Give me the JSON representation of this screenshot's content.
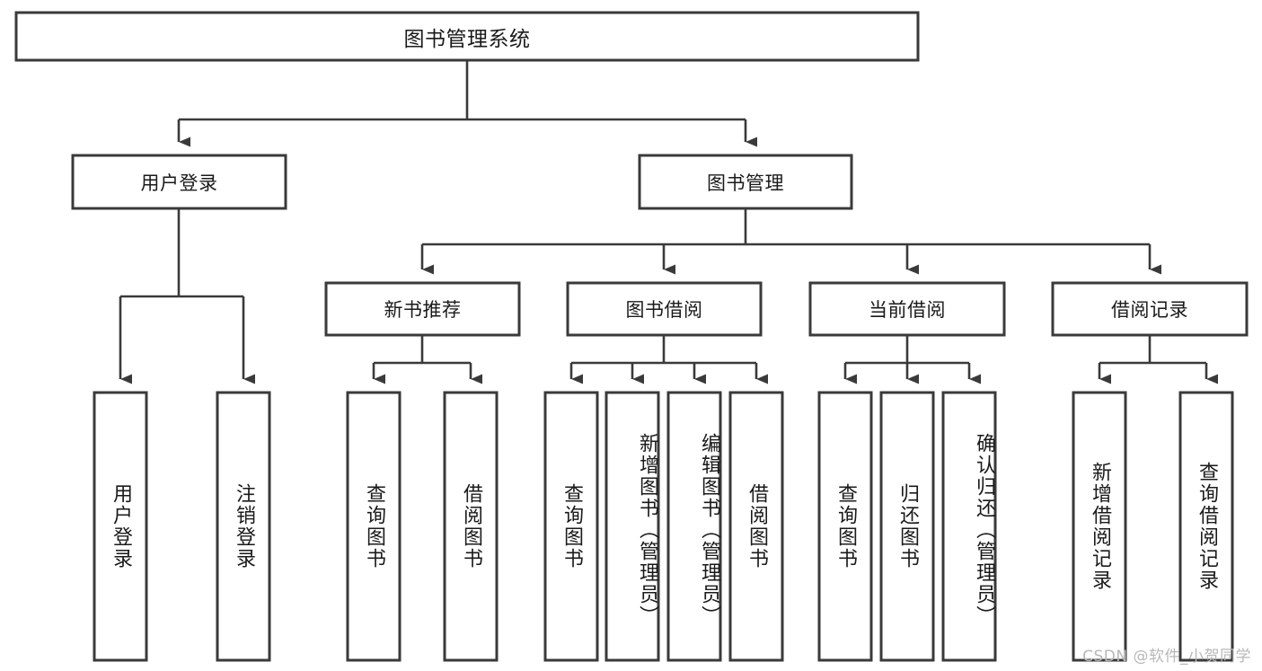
{
  "diagram": {
    "type": "hierarchy-tree",
    "title": "图书管理系统",
    "root": {
      "id": "root",
      "label": "图书管理系统",
      "orientation": "horizontal"
    },
    "level2": [
      {
        "id": "user-login",
        "label": "用户登录",
        "orientation": "horizontal"
      },
      {
        "id": "book-management",
        "label": "图书管理",
        "orientation": "horizontal"
      }
    ],
    "level3": [
      {
        "id": "new-book-recommend",
        "label": "新书推荐",
        "orientation": "horizontal",
        "parent": "book-management"
      },
      {
        "id": "book-borrow",
        "label": "图书借阅",
        "orientation": "horizontal",
        "parent": "book-management"
      },
      {
        "id": "current-borrow",
        "label": "当前借阅",
        "orientation": "horizontal",
        "parent": "book-management"
      },
      {
        "id": "borrow-record",
        "label": "借阅记录",
        "orientation": "horizontal",
        "parent": "book-management"
      }
    ],
    "leaves": [
      {
        "id": "leaf-user-login",
        "label": "用户登录",
        "parent": "user-login",
        "orientation": "vertical"
      },
      {
        "id": "leaf-logout",
        "label": "注销登录",
        "parent": "user-login",
        "orientation": "vertical"
      },
      {
        "id": "leaf-query-book-1",
        "label": "查询图书",
        "parent": "new-book-recommend",
        "orientation": "vertical"
      },
      {
        "id": "leaf-borrow-book-1",
        "label": "借阅图书",
        "parent": "new-book-recommend",
        "orientation": "vertical"
      },
      {
        "id": "leaf-query-book-2",
        "label": "查询图书",
        "parent": "book-borrow",
        "orientation": "vertical"
      },
      {
        "id": "leaf-add-book",
        "label": "新增图书（管理员）",
        "parent": "book-borrow",
        "orientation": "vertical"
      },
      {
        "id": "leaf-edit-book",
        "label": "编辑图书（管理员）",
        "parent": "book-borrow",
        "orientation": "vertical"
      },
      {
        "id": "leaf-borrow-book-2",
        "label": "借阅图书",
        "parent": "book-borrow",
        "orientation": "vertical"
      },
      {
        "id": "leaf-query-book-3",
        "label": "查询图书",
        "parent": "current-borrow",
        "orientation": "vertical"
      },
      {
        "id": "leaf-return-book",
        "label": "归还图书",
        "parent": "current-borrow",
        "orientation": "vertical"
      },
      {
        "id": "leaf-confirm-return",
        "label": "确认归还（管理员）",
        "parent": "current-borrow",
        "orientation": "vertical"
      },
      {
        "id": "leaf-add-record",
        "label": "新增借阅记录",
        "parent": "borrow-record",
        "orientation": "vertical"
      },
      {
        "id": "leaf-query-record",
        "label": "查询借阅记录",
        "parent": "borrow-record",
        "orientation": "vertical"
      }
    ],
    "colors": {
      "box_stroke": "#3a3a3a",
      "box_fill": "#ffffff",
      "text": "#1a1a1a",
      "connector": "#3a3a3a",
      "background": "#ffffff",
      "watermark": "#b8b8b8"
    }
  },
  "watermark": {
    "text": "CSDN @软件_小贺同学"
  }
}
